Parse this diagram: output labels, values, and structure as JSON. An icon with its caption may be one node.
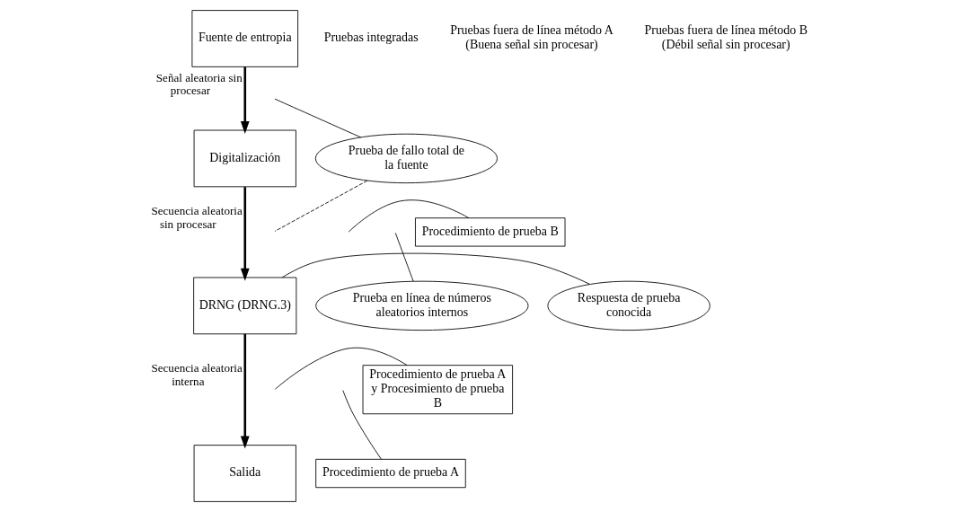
{
  "diagram": {
    "nodes": [
      {
        "text": [
          "Fuente de entropia"
        ]
      },
      {
        "text": [
          "Digitalización"
        ]
      },
      {
        "text": [
          "DRNG (DRNG.3)"
        ]
      },
      {
        "text": [
          "Salida"
        ]
      },
      {
        "text": [
          "Prueba de fallo total de la fuente"
        ]
      },
      {
        "text": [
          "Procedimiento de prueba B"
        ]
      },
      {
        "text": [
          "Prueba en línea de números aleatorios internos"
        ]
      },
      {
        "text": [
          "Respuesta de prueba conocida"
        ]
      },
      {
        "text": [
          "Procedimiento de prueba A y Procesimiento de prueba B"
        ]
      },
      {
        "text": [
          "Procedimiento de prueba A"
        ]
      }
    ],
    "edges": [
      {
        "from": 0,
        "to": 1,
        "arrow": "to",
        "label": "Señal aleatoria sin procesar",
        "style": "thick"
      },
      {
        "from": 1,
        "to": 2,
        "arrow": "to",
        "label": "Secuencia aleatoria sin procesar",
        "style": "thick"
      },
      {
        "from": 2,
        "to": 3,
        "arrow": "to",
        "label": "Secuencia aleatoria interna",
        "style": "thick"
      },
      {
        "from": 4,
        "to": null,
        "arrow": "none",
        "style": "dashed"
      },
      {
        "from": 4,
        "to": null,
        "arrow": "none"
      },
      {
        "from": 5,
        "to": null,
        "arrow": "none"
      },
      {
        "from": 6,
        "to": null,
        "arrow": "none"
      },
      {
        "from": 7,
        "to": 2,
        "arrow": "none"
      },
      {
        "from": 8,
        "to": null,
        "arrow": "none"
      },
      {
        "from": 9,
        "to": null,
        "arrow": "none"
      }
    ],
    "labels": [
      "Pruebas integradas",
      "Pruebas fuera de línea método A (Buena señal sin procesar)",
      "Pruebas fuera de línea método B (Débil señal sin procesar)"
    ]
  }
}
